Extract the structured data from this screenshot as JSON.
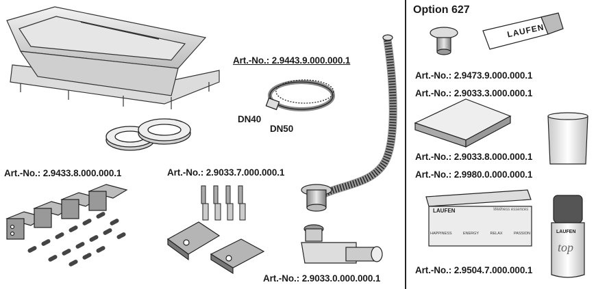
{
  "option_title": "Option 627",
  "labels": {
    "pop_up_plug": "Art.-No.: 2.9473.9.000.000.1",
    "usb_stick": "Art.-No.: 2.9033.3.000.000.1",
    "panel": "Art.-No.: 2.9033.8.000.000.1",
    "wellness_box": "Art.-No.: 2.9980.0.000.000.1",
    "bottle": "Art.-No.: 2.9504.7.000.000.1",
    "hose": "Art.-No.: 2.9443.9.000.000.1",
    "dn40": "DN40",
    "dn50": "DN50",
    "tub_frame": "Art.-No.: 2.9433.8.000.000.1",
    "screws": "Art.-No.: 2.9033.7.000.000.1",
    "waste": "Art.-No.: 2.9033.0.000.000.1"
  },
  "usb_brand": "LAUFEN",
  "box": {
    "brand": "LAUFEN",
    "subtitle": "Wellness essences",
    "items": [
      "HAPPINESS",
      "ENERGY",
      "RELAX",
      "PASSION"
    ]
  },
  "bottle_text": {
    "brand": "LAUFEN",
    "name": "top"
  }
}
